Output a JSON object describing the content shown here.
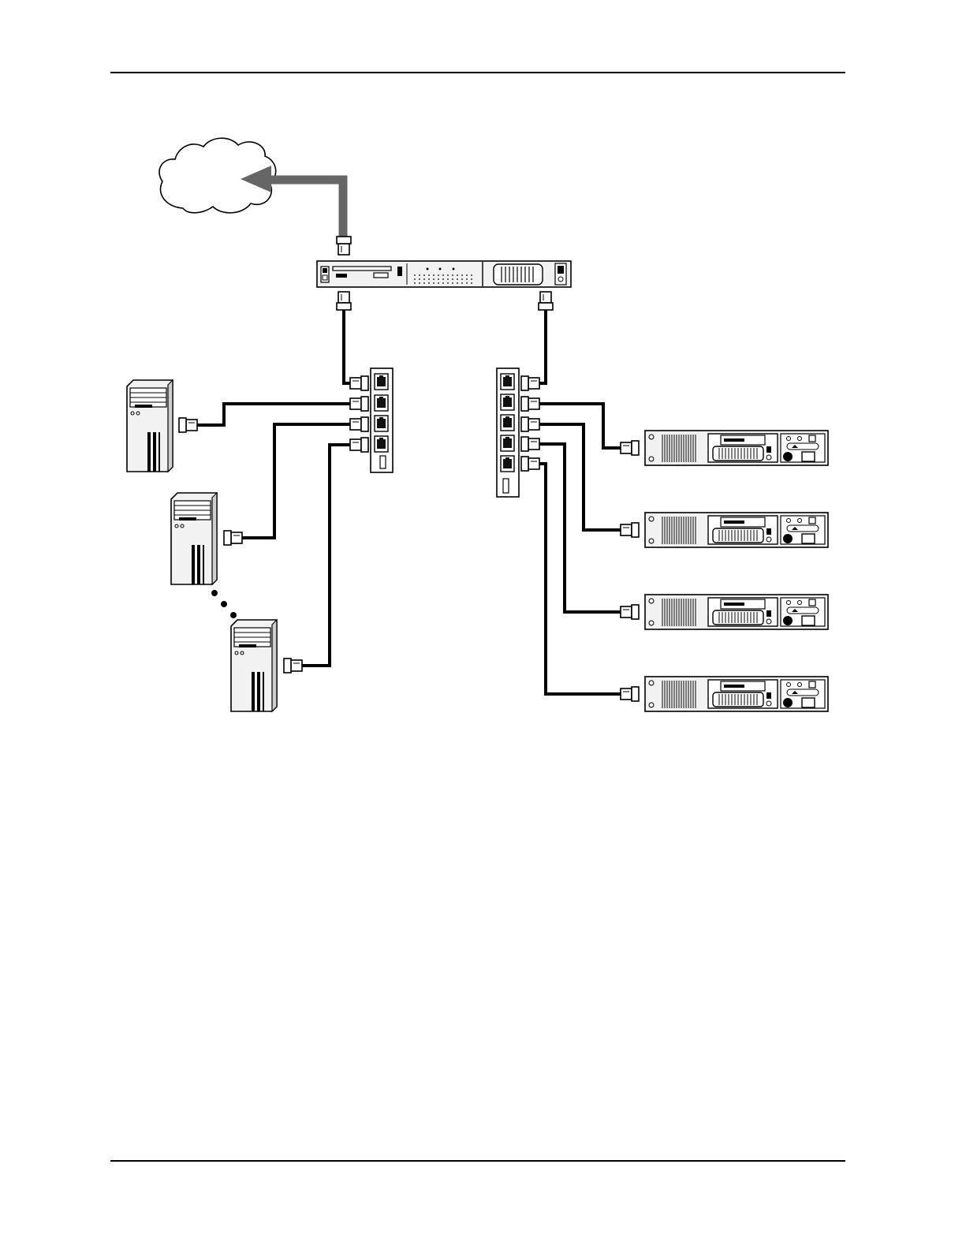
{
  "figure": {
    "description_visible_text": [],
    "colors": {
      "cable": "#000000",
      "uplink": "#666666",
      "panel_fill": "#f2f2f2",
      "background": "#ffffff"
    },
    "nodes": {
      "internet": {
        "icon": "cloud-icon"
      },
      "gateway": {
        "icon": "rack-firewall-icon"
      },
      "switch_left": {
        "icon": "switch-icon",
        "ports": 4
      },
      "switch_right": {
        "icon": "switch-icon",
        "ports": 5
      },
      "workstations": {
        "icon": "tower-pc-icon",
        "count_shown": 3,
        "ellipsis": true
      },
      "servers": {
        "icon": "rack-server-icon",
        "count_shown": 4
      }
    }
  }
}
